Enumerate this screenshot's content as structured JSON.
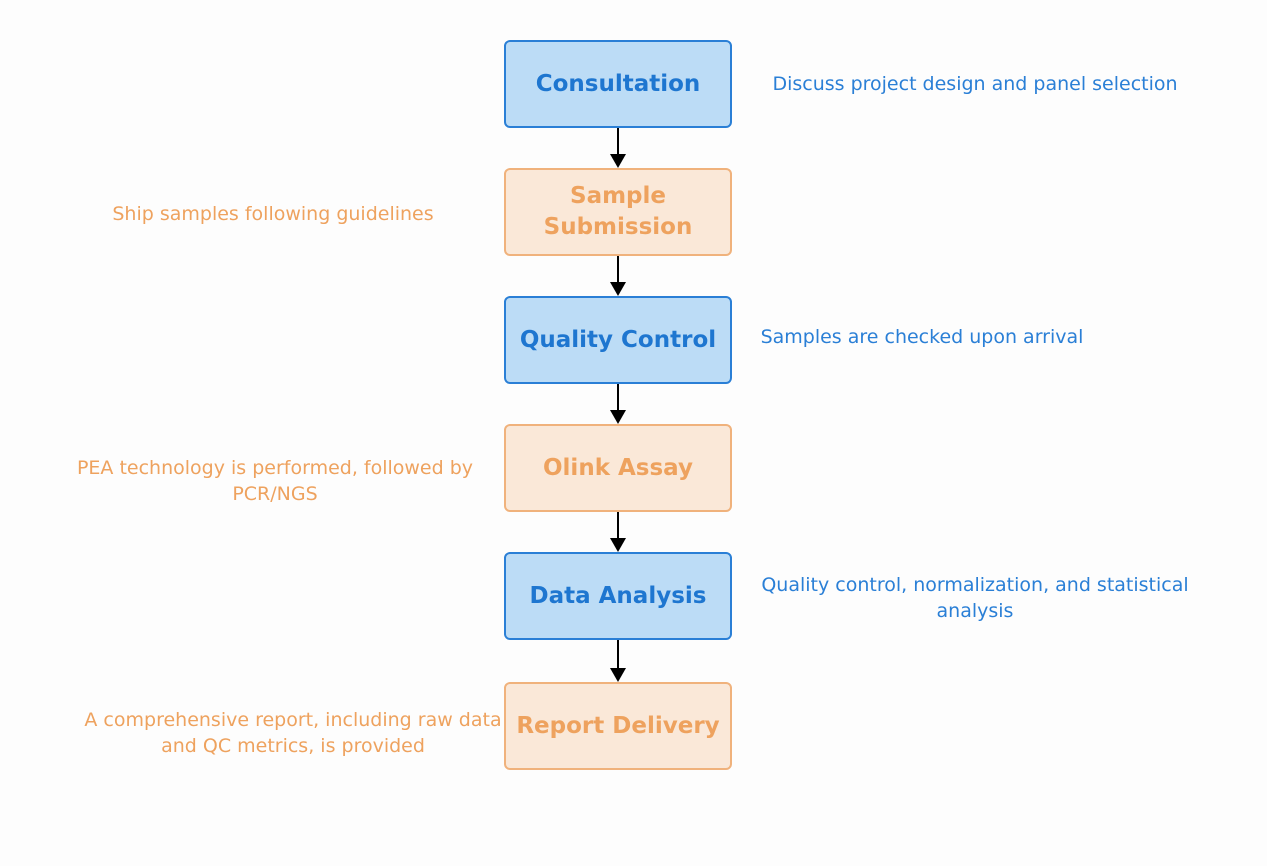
{
  "steps": [
    {
      "label": "Consultation",
      "note": "Discuss project design and panel selection"
    },
    {
      "label": "Sample Submission",
      "note": "Ship samples following guidelines"
    },
    {
      "label": "Quality Control",
      "note": "Samples are checked upon arrival"
    },
    {
      "label": "Olink Assay",
      "note": "PEA technology is performed, followed by PCR/NGS"
    },
    {
      "label": "Data Analysis",
      "note": "Quality control, normalization, and statistical analysis"
    },
    {
      "label": "Report Delivery",
      "note": "A comprehensive report, including raw data and QC metrics, is provided"
    }
  ],
  "colors": {
    "blue_fill": "#bcdcf6",
    "blue_border": "#2a7fd6",
    "blue_text": "#1e76d0",
    "orange_fill": "#fae8d8",
    "orange_border": "#f0b27c",
    "orange_text": "#eea25e",
    "arrow": "#000000"
  }
}
